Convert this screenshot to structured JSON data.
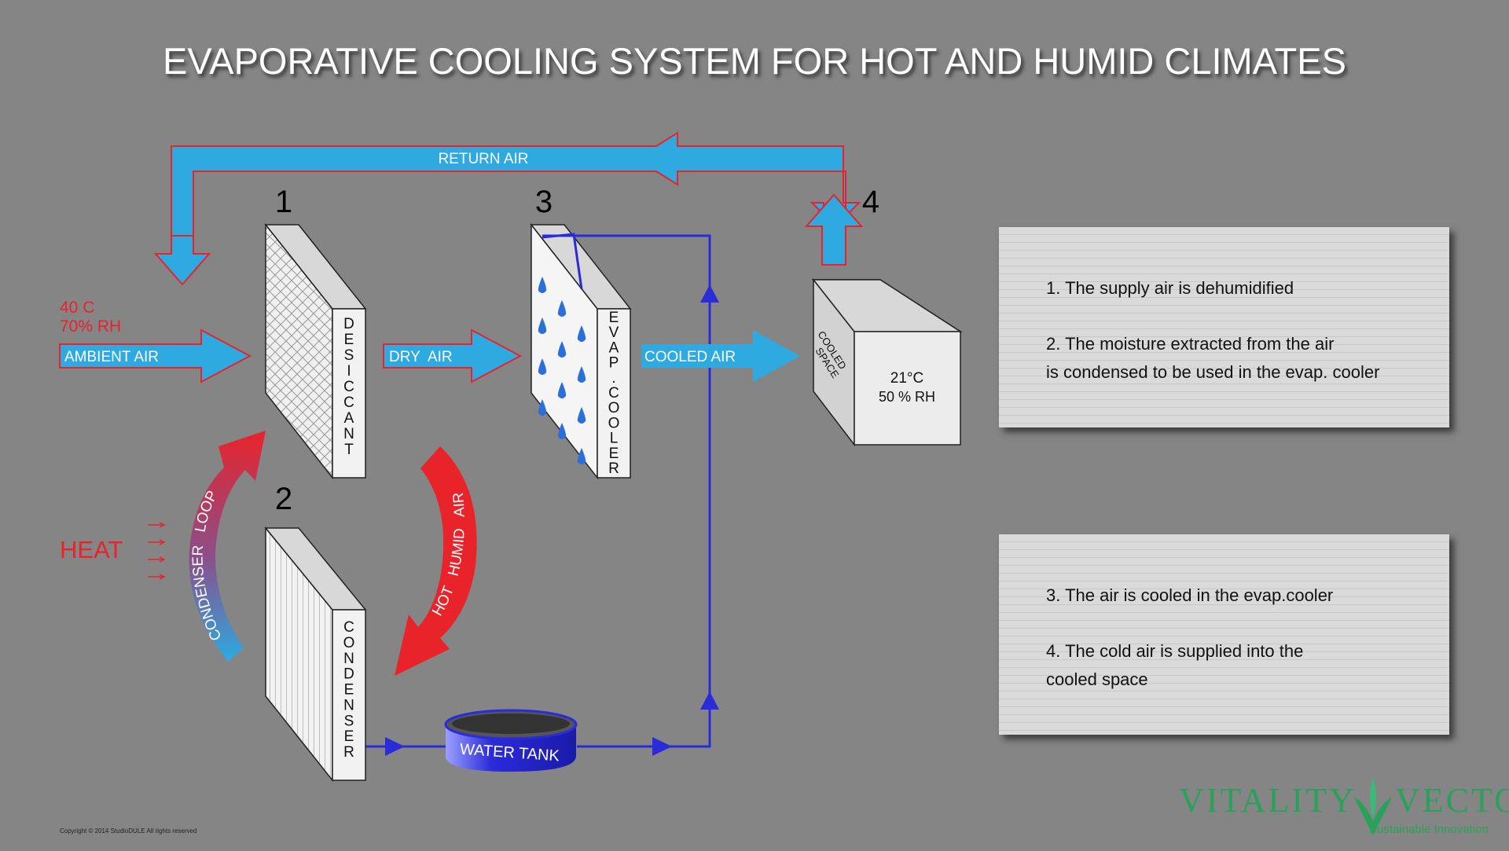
{
  "title": "EVAPORATIVE COOLING SYSTEM FOR HOT AND HUMID CLIMATES",
  "flow_labels": {
    "return_air": "RETURN AIR",
    "ambient_air": "AMBIENT AIR",
    "dry_air": "DRY  AIR",
    "cooled_air": "COOLED AIR",
    "condenser_loop": "CONDENSER   LOOP",
    "hot_humid_air": "HOT   HUMID   AIR",
    "heat": "HEAT"
  },
  "ambient_conditions": {
    "temp": "40 C",
    "rh": "70% RH"
  },
  "step_numbers": {
    "n1": "1",
    "n2": "2",
    "n3": "3",
    "n4": "4"
  },
  "components": {
    "desiccant": [
      "D",
      "E",
      "S",
      "I",
      "C",
      "C",
      "A",
      "N",
      "T"
    ],
    "evap_cooler": [
      "E",
      "V",
      "A",
      "P",
      ".",
      "C",
      "O",
      "O",
      "L",
      "E",
      "R"
    ],
    "condenser": [
      "C",
      "O",
      "N",
      "D",
      "E",
      "N",
      "S",
      "E",
      "R"
    ],
    "cooled_space": {
      "top_line1": "COOLED",
      "top_line2": "SPACE",
      "temp": "21°C",
      "rh": "50 % RH"
    },
    "water_tank": "WATER TANK"
  },
  "notes": {
    "box1": {
      "line1": "1. The supply air is dehumidified",
      "line2": "2. The moisture extracted from the air",
      "line3": "is condensed to be used in the evap. cooler"
    },
    "box2": {
      "line1": "3. The air is cooled in the evap.cooler",
      "line2": "4. The cold air is supplied into the",
      "line3": "cooled space"
    }
  },
  "copyright": "Copyright © 2014 StudioDULE  All rights reserved",
  "logo": {
    "word1": "VITALITY",
    "word2": "VECTOR",
    "tagline": "Sustainable Innovation"
  },
  "colors": {
    "air_blue": "#2eaae1",
    "heat_red": "#e8232a",
    "water_blue": "#2b2bd9",
    "background": "#858585"
  }
}
